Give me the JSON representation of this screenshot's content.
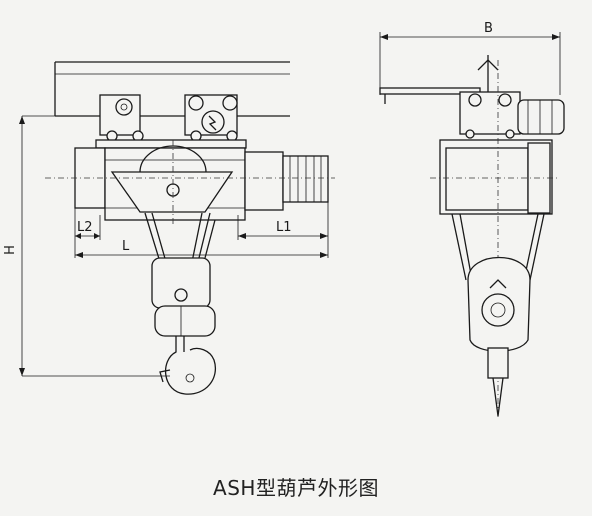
{
  "caption": "ASH型葫芦外形图",
  "dimensions": {
    "height": "H",
    "length": "L",
    "l1": "L1",
    "l2": "L2",
    "width": "B"
  }
}
